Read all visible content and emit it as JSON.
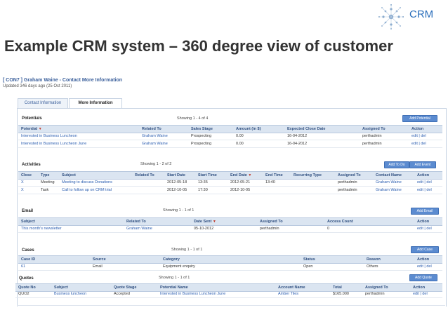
{
  "logo": {
    "text": "CRM",
    "icon": "network-dots-icon",
    "color": "#2a6ebb"
  },
  "slide": {
    "title": "Example CRM system – 360 degree view of customer"
  },
  "record": {
    "heading": "[ CON7 ] Graham Waine - Contact More Information",
    "updated": "Updated 346 days ago (25 Oct 2011)"
  },
  "tabs": [
    {
      "label": "Contact Information",
      "active": false
    },
    {
      "label": "More Information",
      "active": true
    }
  ],
  "potentials": {
    "title": "Potentials",
    "showing": "Showing 1 - 4 of 4",
    "button": "Add Potential",
    "columns": [
      "Potential",
      "Related To",
      "Sales Stage",
      "Amount (in $)",
      "Expected Close Date",
      "Assigned To",
      "Action"
    ],
    "rows": [
      [
        "Interested in Business Luncheon",
        "Graham Waine",
        "Prospecting",
        "0.00",
        "16-04-2012",
        "perthadmin",
        "edit | del"
      ],
      [
        "Interested in Business Luncheon June",
        "Graham Waine",
        "Prospecting",
        "0.00",
        "16-04-2012",
        "perthadmin",
        "edit | del"
      ]
    ]
  },
  "activities": {
    "title": "Activities",
    "showing": "Showing 1 - 2 of 2",
    "buttons": [
      "Add To Do",
      "Add Event"
    ],
    "columns": [
      "Close",
      "Type",
      "Subject",
      "Related To",
      "Start Date",
      "Start Time",
      "End Date",
      "End Time",
      "Recurring Type",
      "Assigned To",
      "Contact Name",
      "Action"
    ],
    "rows": [
      [
        "X",
        "Meeting",
        "Meeting to discuss Donations",
        "",
        "2012-05-18",
        "13:35",
        "2012-05-21",
        "13:40",
        "",
        "perthadmin",
        "Graham Waine",
        "edit | del"
      ],
      [
        "X",
        "Task",
        "Call to follow up on CRM trial",
        "",
        "2012-10-05",
        "17:30",
        "2012-10-05",
        "",
        "",
        "perthadmin",
        "Graham Waine",
        "edit | del"
      ]
    ]
  },
  "email": {
    "title": "Email",
    "showing": "Showing 1 - 1 of 1",
    "button": "Add Email",
    "columns": [
      "Subject",
      "Related To",
      "Date Sent",
      "Assigned To",
      "Access Count",
      "Action"
    ],
    "rows": [
      [
        "This month's newsletter",
        "Graham Waine",
        "05-10-2012",
        "perthadmin",
        "0",
        "edit | del"
      ]
    ]
  },
  "cases": {
    "title": "Cases",
    "showing": "Showing 1 - 1 of 1",
    "button": "Add Case",
    "columns": [
      "Case ID",
      "Source",
      "Category",
      "Status",
      "Reason",
      "Action"
    ],
    "rows": [
      [
        "61",
        "Email",
        "Equipment enquiry",
        "Open",
        "Others",
        "edit | del"
      ]
    ]
  },
  "quotes": {
    "title": "Quotes",
    "showing": "Showing 1 - 1 of 1",
    "button": "Add Quote",
    "columns": [
      "Quote No",
      "Subject",
      "Quote Stage",
      "Potential Name",
      "Account Name",
      "Total",
      "Assigned To",
      "Action"
    ],
    "rows": [
      [
        "QUO2",
        "Business luncheon",
        "Accepted",
        "Interested in Business Luncheon June",
        "Amber Tiles",
        "$165.000",
        "perthadmin",
        "edit | del"
      ]
    ]
  }
}
